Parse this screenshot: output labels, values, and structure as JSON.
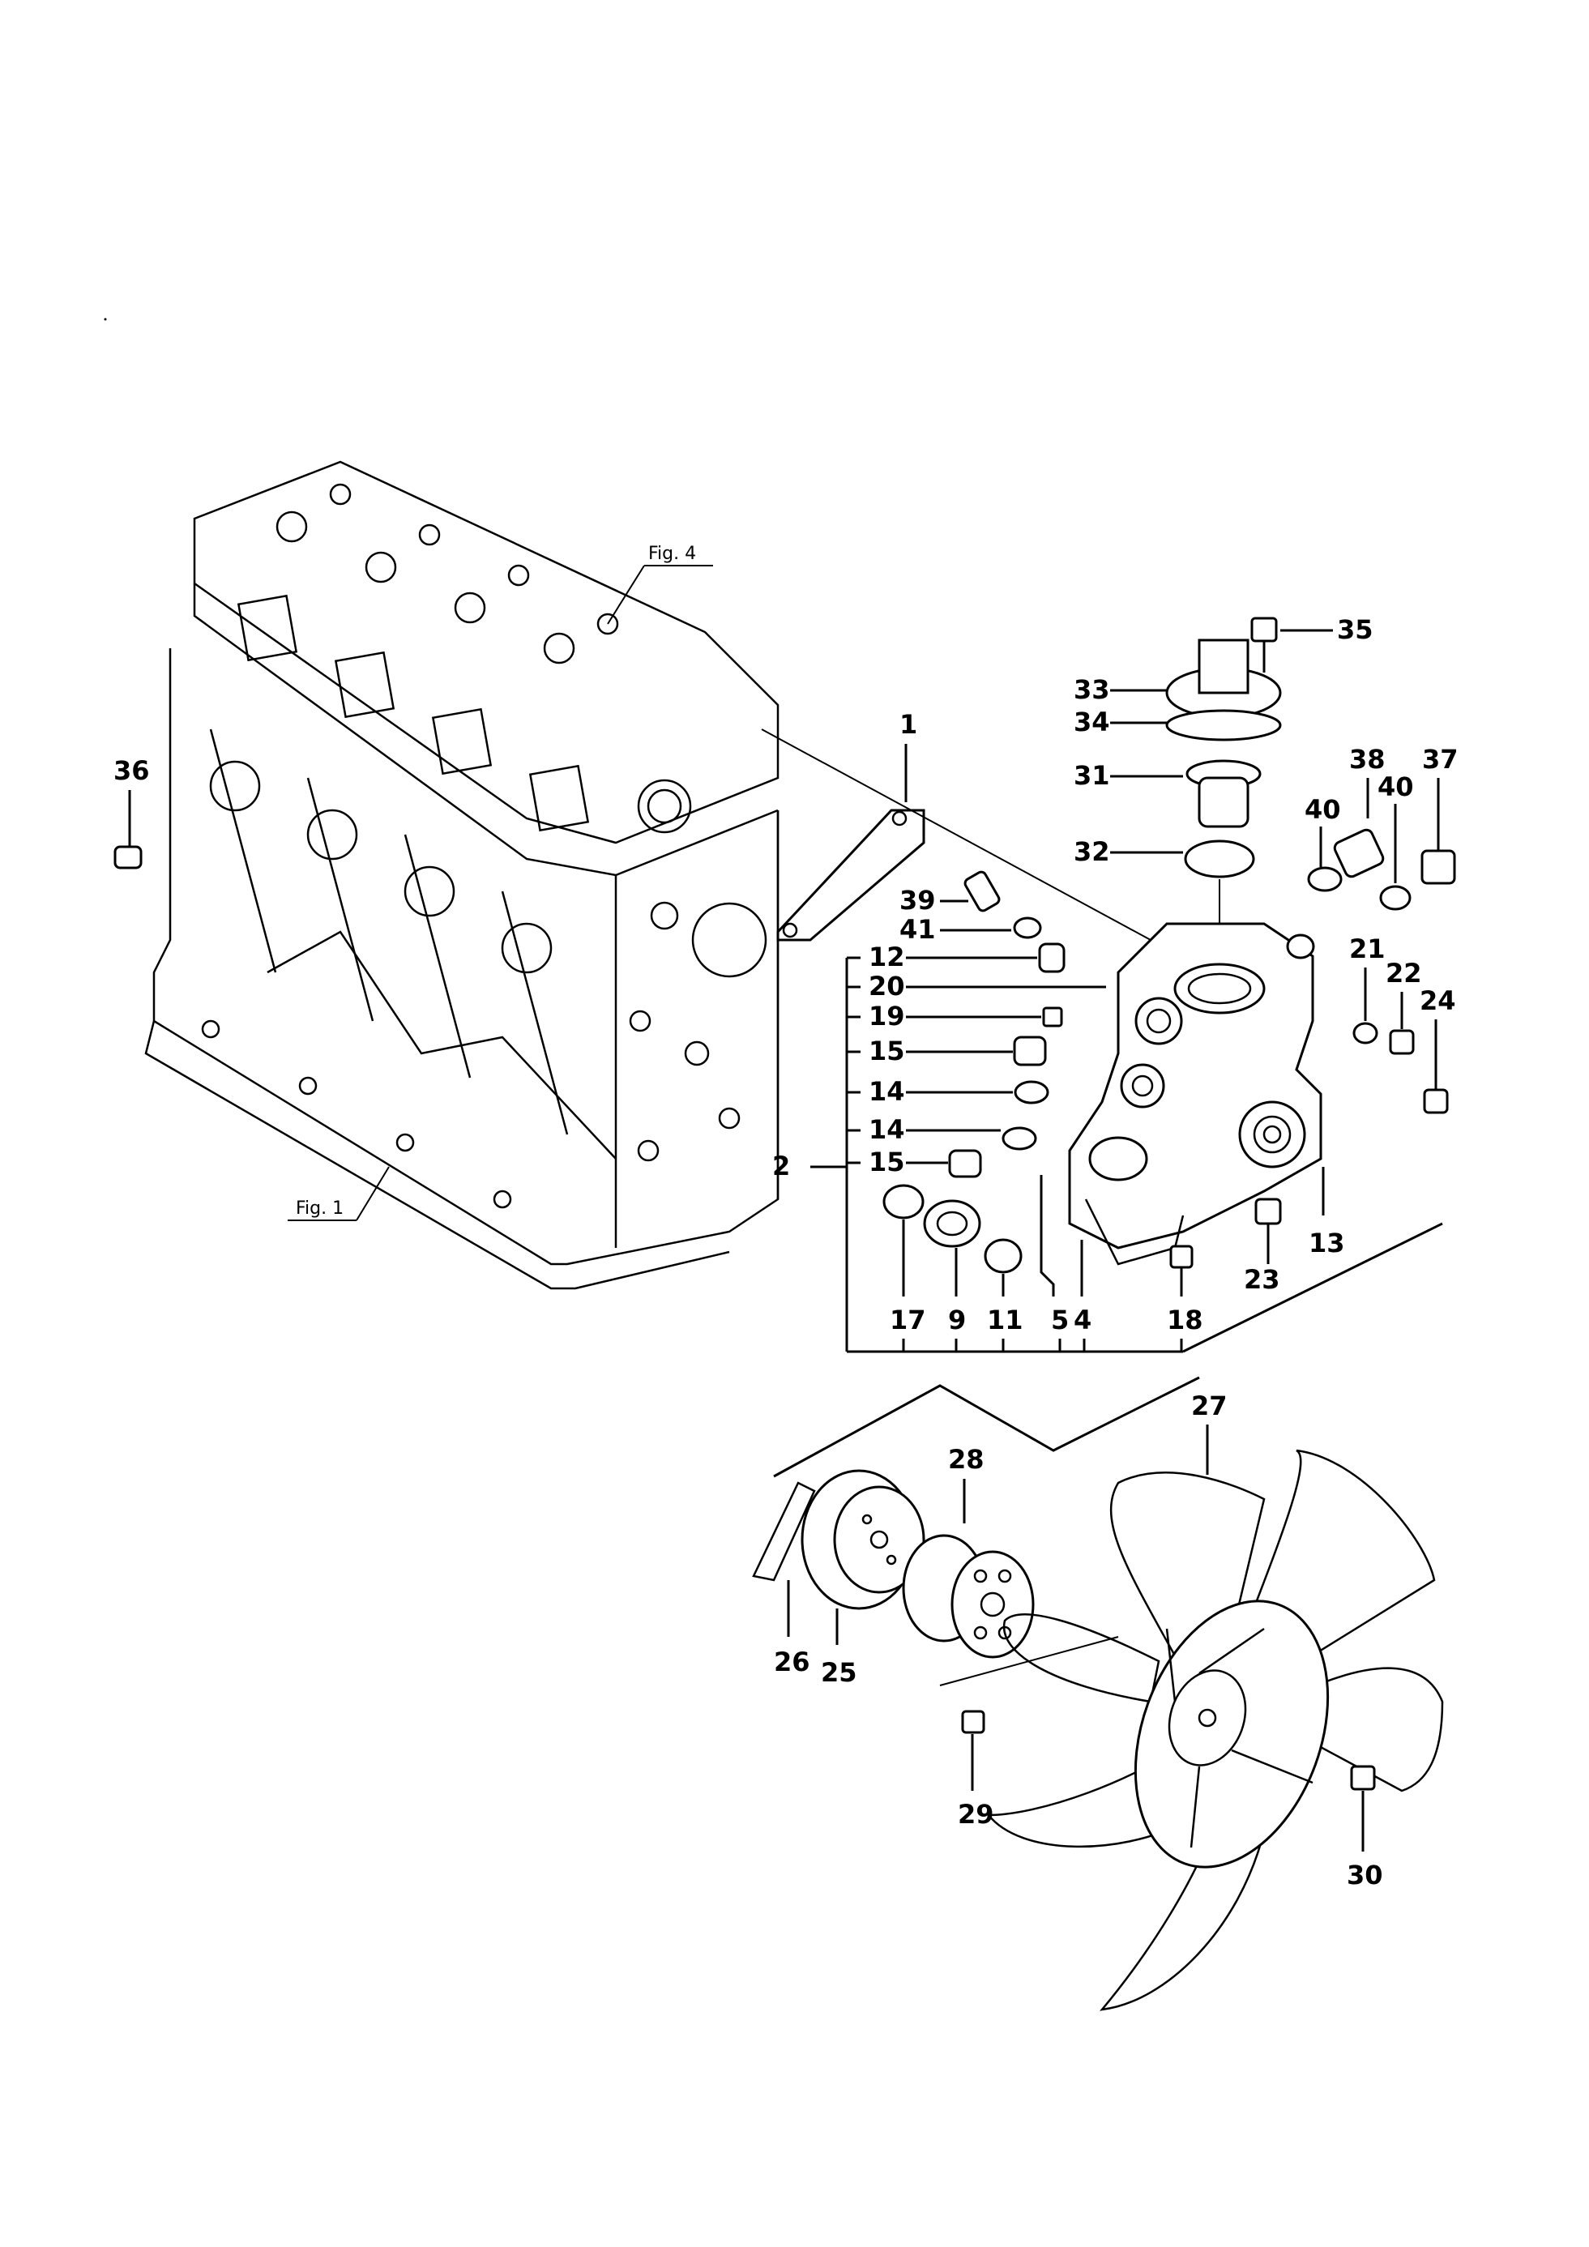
{
  "figure_refs": {
    "fig4": "Fig. 4",
    "fig1": "Fig. 1"
  },
  "parts": {
    "p1": "1",
    "p2": "2",
    "p4": "4",
    "p5": "5",
    "p9": "9",
    "p11": "11",
    "p12": "12",
    "p13": "13",
    "p14a": "14",
    "p14b": "14",
    "p15a": "15",
    "p15b": "15",
    "p17": "17",
    "p18": "18",
    "p19": "19",
    "p20": "20",
    "p21": "21",
    "p22": "22",
    "p23": "23",
    "p24": "24",
    "p25": "25",
    "p26": "26",
    "p27": "27",
    "p28": "28",
    "p29": "29",
    "p30": "30",
    "p31": "31",
    "p32": "32",
    "p33": "33",
    "p34": "34",
    "p35": "35",
    "p36": "36",
    "p37": "37",
    "p38": "38",
    "p39": "39",
    "p40a": "40",
    "p40b": "40",
    "p41": "41"
  },
  "icons": {
    "engine_block": "engine-block",
    "water_pump": "water-pump",
    "fan": "cooling-fan"
  }
}
